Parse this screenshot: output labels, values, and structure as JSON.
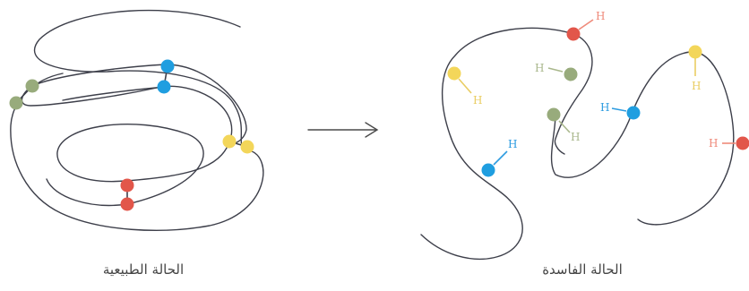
{
  "captions": {
    "native_state": "الحالة الطبيعية",
    "denatured_state": "الحالة الفاسدة"
  },
  "hydrogen_label": "H",
  "colors": {
    "chain": "#3d3f4a",
    "arrow": "#4a4a4a",
    "red": "#e2564a",
    "blue": "#1f9ee0",
    "yellow": "#f3d65a",
    "olive": "#98ab7c",
    "h_red": "#ef8a7a",
    "h_blue": "#2c9be0",
    "h_yellow": "#e9cd62",
    "h_olive": "#a9b78c"
  }
}
